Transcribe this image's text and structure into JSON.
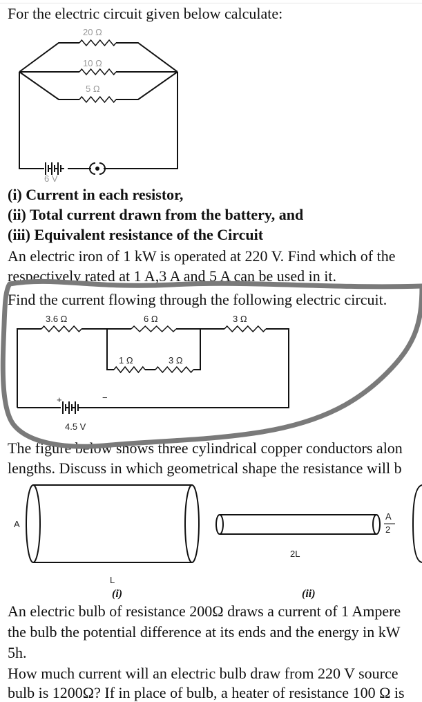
{
  "q1": {
    "heading": "For the electric circuit given below calculate:",
    "circuit": {
      "r_top": "20 Ω",
      "r_mid": "10 Ω",
      "r_bot": "5 Ω",
      "battery": "6 V"
    },
    "parts": [
      "(i) Current in each resistor,",
      "(ii) Total current drawn from the battery, and",
      "(iii) Equivalent resistance of the Circuit"
    ]
  },
  "q2": {
    "line1": "An electric iron of 1 kW is operated at 220 V. Find which of the",
    "line2": "respectively rated at 1 A,3 A and 5 A can be used in it."
  },
  "q3": {
    "heading": "Find the current flowing through the following electric circuit.",
    "circuit": {
      "r1": "3.6 Ω",
      "r2": "6 Ω",
      "r3": "3 Ω",
      "r4": "1 Ω",
      "r5": "3 Ω",
      "battery": "4.5 V",
      "plus": "+",
      "minus": "−"
    }
  },
  "q4": {
    "line1": "The figure below shows three cylindrical copper conductors alon",
    "line2": "lengths. Discuss in which geometrical shape the resistance will b",
    "fig": {
      "area_i": "A",
      "length_i": "L",
      "caption_i": "(i)",
      "area_ii_num": "A",
      "area_ii_den": "2",
      "length_ii": "2L",
      "caption_ii": "(ii)"
    }
  },
  "q5": {
    "line1": "An electric bulb of resistance 200Ω draws a current of 1 Ampere",
    "line2": "the bulb the potential difference at its ends and the energy in kW",
    "line3": "5h."
  },
  "q6": {
    "line1": "How much current will an electric bulb draw from 220 V source",
    "line2": "bulb is 1200Ω? If in place of bulb, a heater of resistance 100 Ω is"
  },
  "colors": {
    "annotation_stroke": "#7a7a7a",
    "text": "#111111"
  }
}
